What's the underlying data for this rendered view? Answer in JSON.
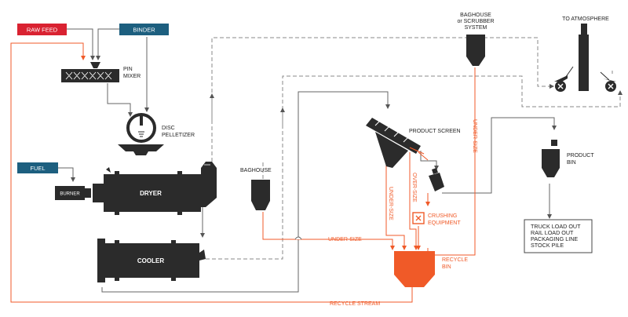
{
  "labels": {
    "raw_feed": "RAW FEED",
    "binder": "BINDER",
    "pin_mixer_1": "PIN",
    "pin_mixer_2": "MIXER",
    "disc_1": "DISC",
    "disc_2": "PELLETIZER",
    "fuel": "FUEL",
    "burner": "BURNER",
    "dryer": "DRYER",
    "cooler": "COOLER",
    "baghouse": "BAGHOUSE",
    "baghouse_scrubber_1": "BAGHOUSE",
    "baghouse_scrubber_2": "or SCRUBBER",
    "baghouse_scrubber_3": "SYSTEM",
    "to_atmosphere": "TO ATMOSPHERE",
    "product_screen": "PRODUCT SCREEN",
    "product_bin_1": "PRODUCT",
    "product_bin_2": "BIN",
    "under_size_vertical_1": "UNDER-SIZE",
    "under_size_vertical_2": "UNDER-SIZE",
    "over_size": "OVER-SIZE",
    "under_size_horizontal": "UNDER-SIZE",
    "crushing_1": "CRUSHING",
    "crushing_2": "EQUIPMENT",
    "recycle_bin_1": "RECYCLE",
    "recycle_bin_2": "BIN",
    "recycle_stream": "RECYCLE STREAM"
  },
  "destinations": [
    "TRUCK LOAD OUT",
    "RAIL LOAD OUT",
    "PACKAGING LINE",
    "STOCK PILE"
  ],
  "colors": {
    "raw_feed": "#d92231",
    "binder": "#1d5f7f",
    "fuel": "#1d5f7f",
    "equipment": "#2b2b2b",
    "recycle": "#f05a28",
    "line": "#666666",
    "dashed": "#888888"
  }
}
